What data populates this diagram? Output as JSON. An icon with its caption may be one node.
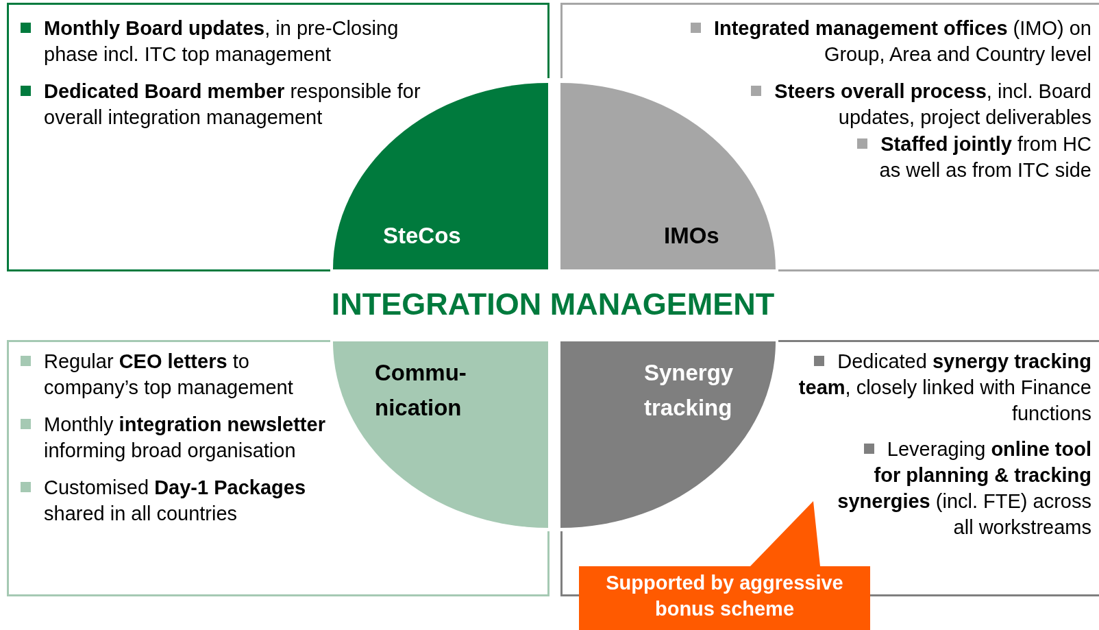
{
  "diagram": {
    "title": "INTEGRATION MANAGEMENT",
    "nodes": [
      {
        "text": [
          "**Monthly Board updates**, in pre-Closing phase incl. ITC top management",
          "**Dedicated Board member** responsible for overall integration management"
        ]
      },
      {
        "text": [
          "**Integrated management offices** (IMO) on Group, Area and Country level",
          "**Steers overall process**, incl. Board updates, project deliverables",
          "**Staffed jointly** from HC as well as from ITC side"
        ]
      },
      {
        "text": [
          "Regular **CEO letters** to company’s top management",
          "Monthly **integration newsletter** informing broad organisation",
          "Customised **Day-1 Packages** shared in all countries"
        ]
      },
      {
        "text": [
          "Dedicated **synergy tracking team**, closely linked with Finance functions",
          "Leveraging **online tool for planning & tracking synergies** (incl. FTE) across all workstreams"
        ]
      },
      {
        "text": [
          "SteCos"
        ],
        "in": 0
      },
      {
        "text": [
          "IMOs"
        ],
        "in": 1
      },
      {
        "text": [
          "Commu- nication"
        ],
        "in": 2
      },
      {
        "text": [
          "Synergy tracking"
        ],
        "in": 3
      },
      {
        "text": [
          "Supported by aggressive bonus scheme"
        ]
      }
    ]
  }
}
